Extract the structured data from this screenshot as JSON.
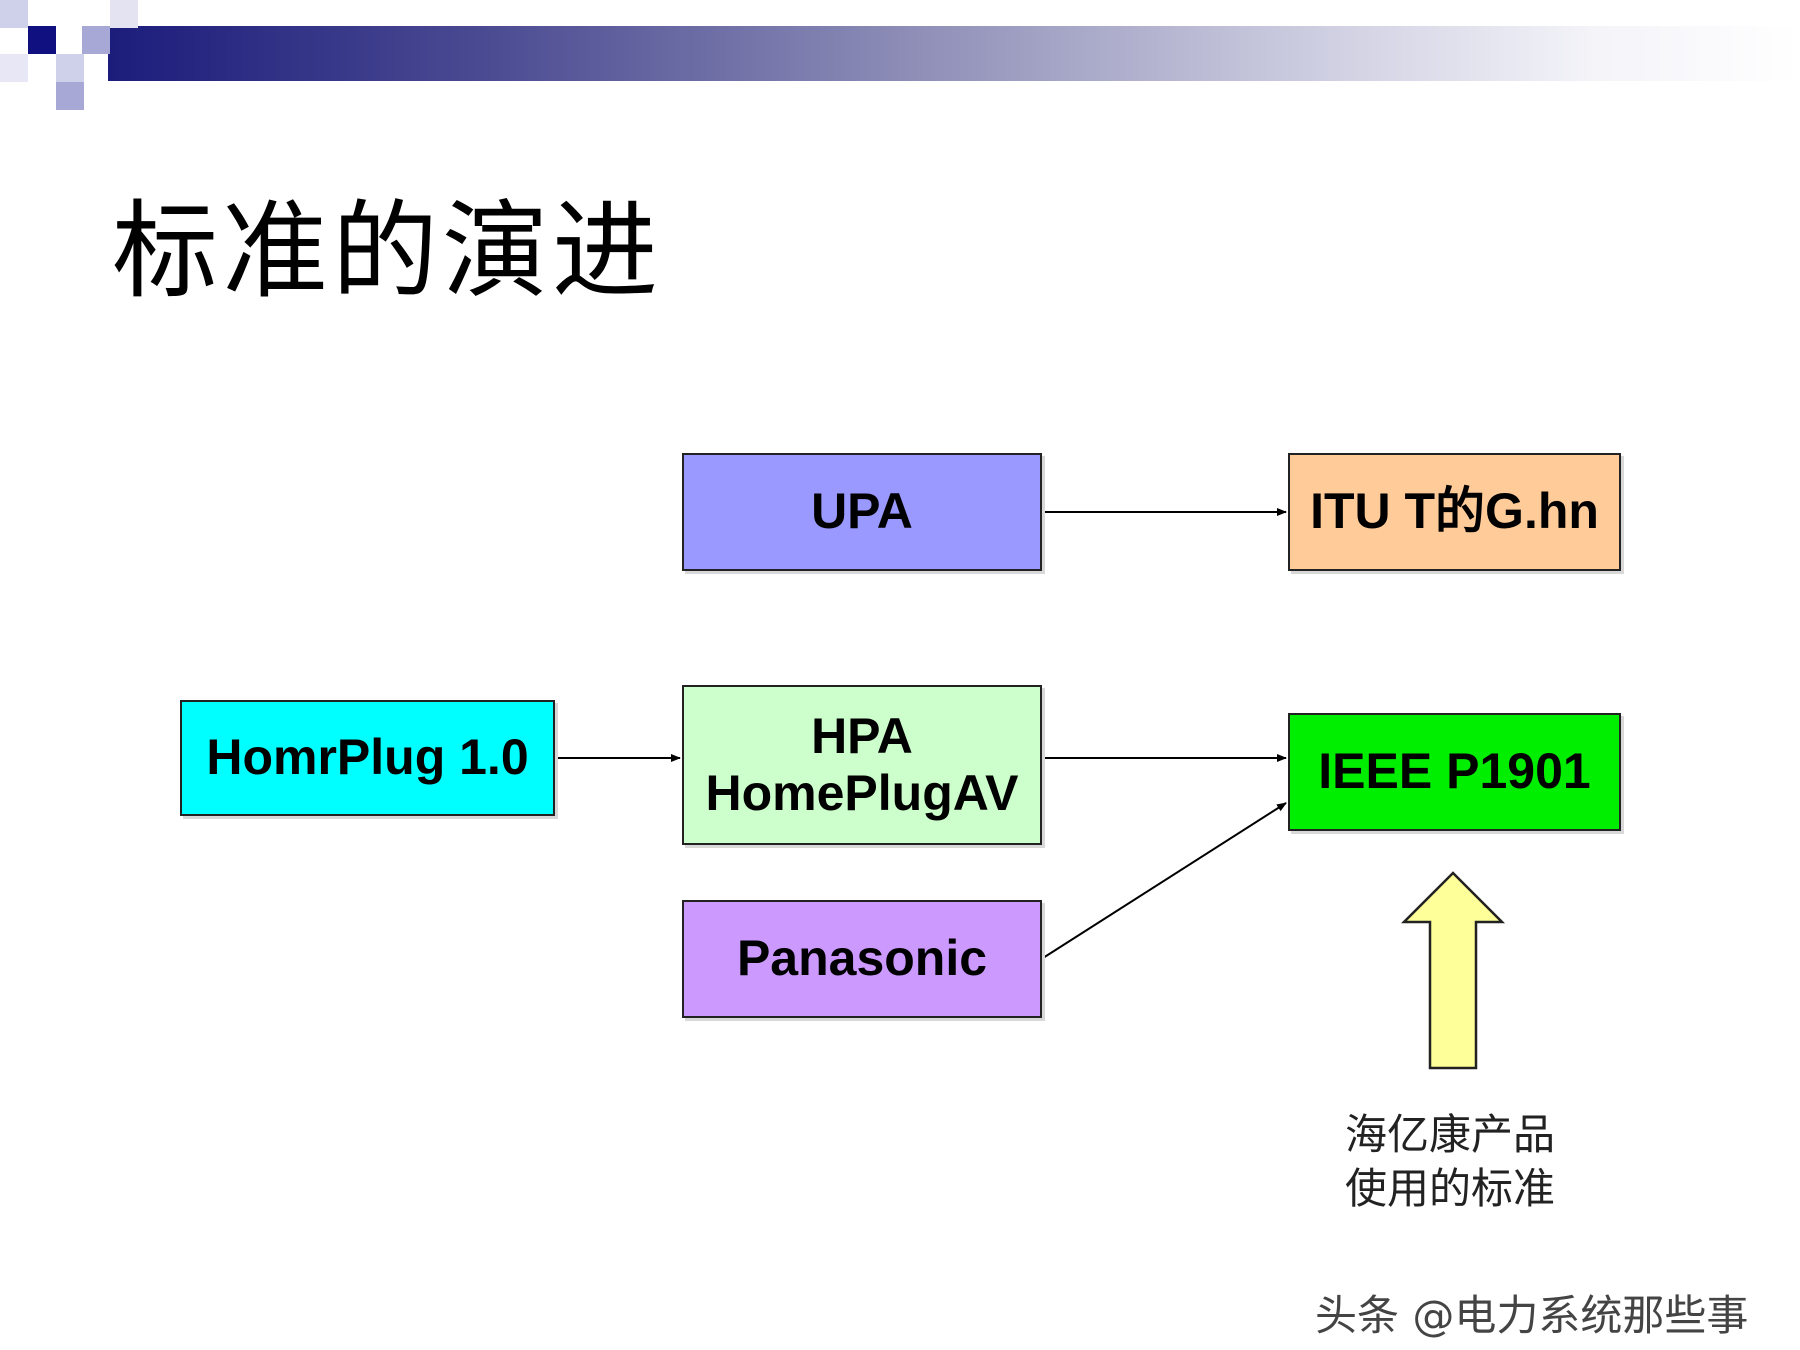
{
  "title": "标准的演进",
  "boxes": {
    "upa": "UPA",
    "itu": "ITU T的G.hn",
    "homeplug10": "HomrPlug 1.0",
    "hpa_line1": "HPA",
    "hpa_line2": "HomePlugAV",
    "ieee": "IEEE P1901",
    "panasonic": "Panasonic"
  },
  "annotation": {
    "line1": "海亿康产品",
    "line2": "使用的标准"
  },
  "watermark": "头条 @电力系统那些事",
  "colors": {
    "upa": "#9999ff",
    "itu": "#ffcc99",
    "homeplug10": "#00ffff",
    "hpa": "#ccffcc",
    "ieee": "#00ee00",
    "panasonic": "#cc99ff",
    "highlight_arrow": "#ffff99"
  }
}
